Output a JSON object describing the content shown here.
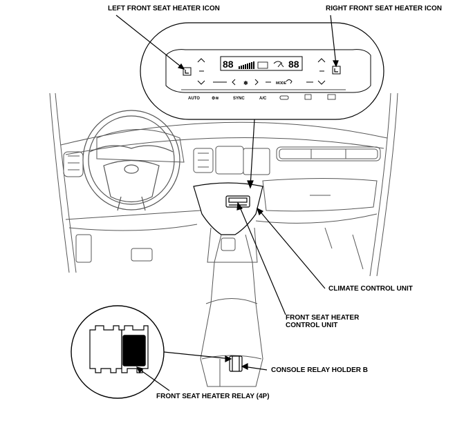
{
  "callouts": {
    "left_icon": "LEFT FRONT SEAT HEATER ICON",
    "right_icon": "RIGHT FRONT SEAT HEATER ICON",
    "climate_unit": "CLIMATE CONTROL UNIT",
    "heater_unit_line1": "FRONT SEAT HEATER",
    "heater_unit_line2": "CONTROL UNIT",
    "relay_holder": "CONSOLE RELAY HOLDER B",
    "relay": "FRONT SEAT HEATER RELAY (4P)"
  },
  "panel": {
    "display_temp_left": "88",
    "display_temp_right": "88",
    "buttons": [
      "AUTO",
      "SYNC",
      "A/C"
    ]
  },
  "colors": {
    "line": "#000000",
    "drawing": "#555555",
    "background": "#ffffff"
  }
}
